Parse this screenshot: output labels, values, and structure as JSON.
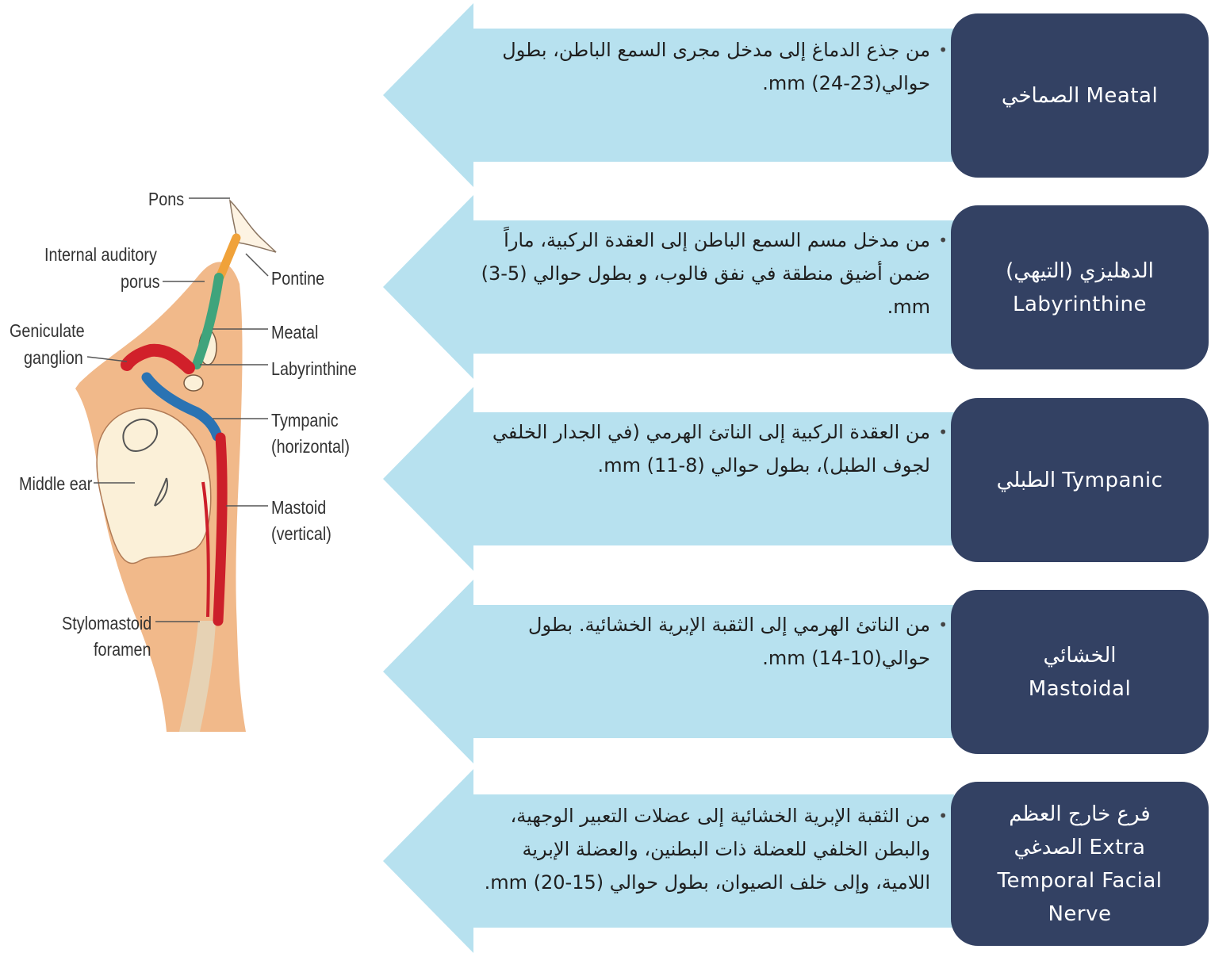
{
  "diagram": {
    "labels": {
      "pons": "Pons",
      "internal_auditory_1": "Internal auditory",
      "internal_auditory_2": "porus",
      "pontine": "Pontine",
      "geniculate_1": "Geniculate",
      "geniculate_2": "ganglion",
      "meatal": "Meatal",
      "labyrinthine": "Labyrinthine",
      "tympanic_1": "Tympanic",
      "tympanic_2": "(horizontal)",
      "middle_ear": "Middle ear",
      "mastoid_1": "Mastoid",
      "mastoid_2": "(vertical)",
      "stylomastoid_1": "Stylomastoid",
      "stylomastoid_2": "foramen"
    },
    "colors": {
      "bone": "#f1b98a",
      "cream": "#fbf0d8",
      "meatal": "#3fa47c",
      "labyrinthine": "#d1202a",
      "tympanic": "#2a73b3",
      "mastoid": "#cc1f2a",
      "pontine": "#f0a23a",
      "extra": "#e6d2b4"
    }
  },
  "rows": [
    {
      "desc": "من جذع الدماغ إلى مدخل مجرى السمع الباطن، بطول حواليmm (24-23).",
      "box_ar": "الصماخي Meatal",
      "box_en": ""
    },
    {
      "desc": " من مدخل مسم السمع الباطن إلى العقدة الركبية، ماراً ضمن أضيق منطقة في نفق فالوب، و بطول حوالي (5-3) mm.",
      "box_ar": "الدهليزي (التيهي)",
      "box_en": "Labyrinthine"
    },
    {
      "desc": "من العقدة الركبية إلى الناتئ الهرمي (في الجدار الخلفي لجوف الطبل)، بطول حوالي mm (11-8).",
      "box_ar": "الطبلي Tympanic",
      "box_en": ""
    },
    {
      "desc": "من الناتئ الهرمي إلى الثقبة الإبرية الخشائية. بطول حواليmm (14-10).",
      "box_ar": "الخشائي",
      "box_en": "Mastoidal"
    },
    {
      "desc": "من الثقبة الإبرية الخشائية إلى عضلات التعبير الوجهية، والبطن الخلفي للعضلة ذات البطنين، والعضلة الإبرية اللامية، وإلى خلف الصيوان، بطول حوالي mm (20-15).",
      "box_ar": "فرع خارج العظم الصدغي Extra",
      "box_en": "Temporal Facial Nerve"
    }
  ],
  "bullet": "•",
  "colors": {
    "arrow_fill": "#b7e1ef",
    "box_fill": "#334163",
    "box_text": "#ffffff"
  }
}
